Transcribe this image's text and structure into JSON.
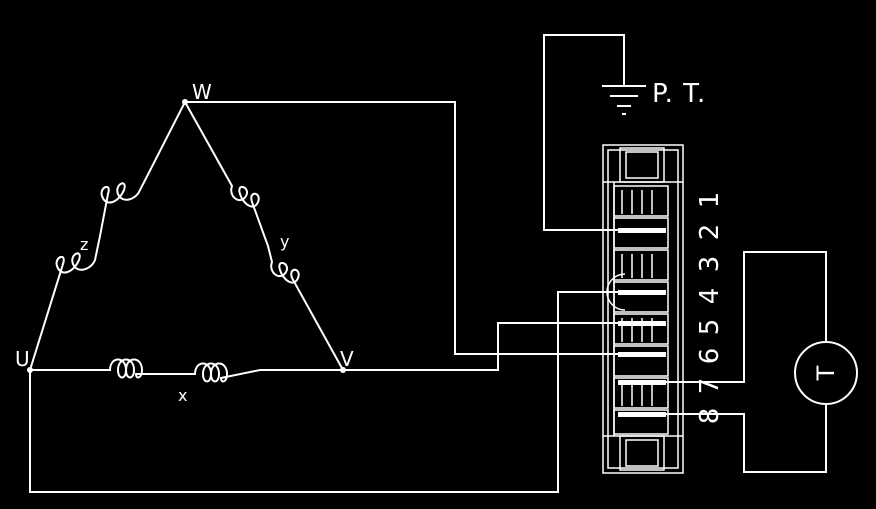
{
  "labels": {
    "node_w": "W",
    "node_u": "U",
    "node_v": "V",
    "winding_z": "z",
    "winding_y": "y",
    "winding_x": "x",
    "ground_ref": "P. T.",
    "meter": "T"
  },
  "terminals": [
    "1",
    "2",
    "3",
    "4",
    "5",
    "6",
    "7",
    "8"
  ],
  "colors": {
    "background": "#000000",
    "line": "#ffffff"
  }
}
